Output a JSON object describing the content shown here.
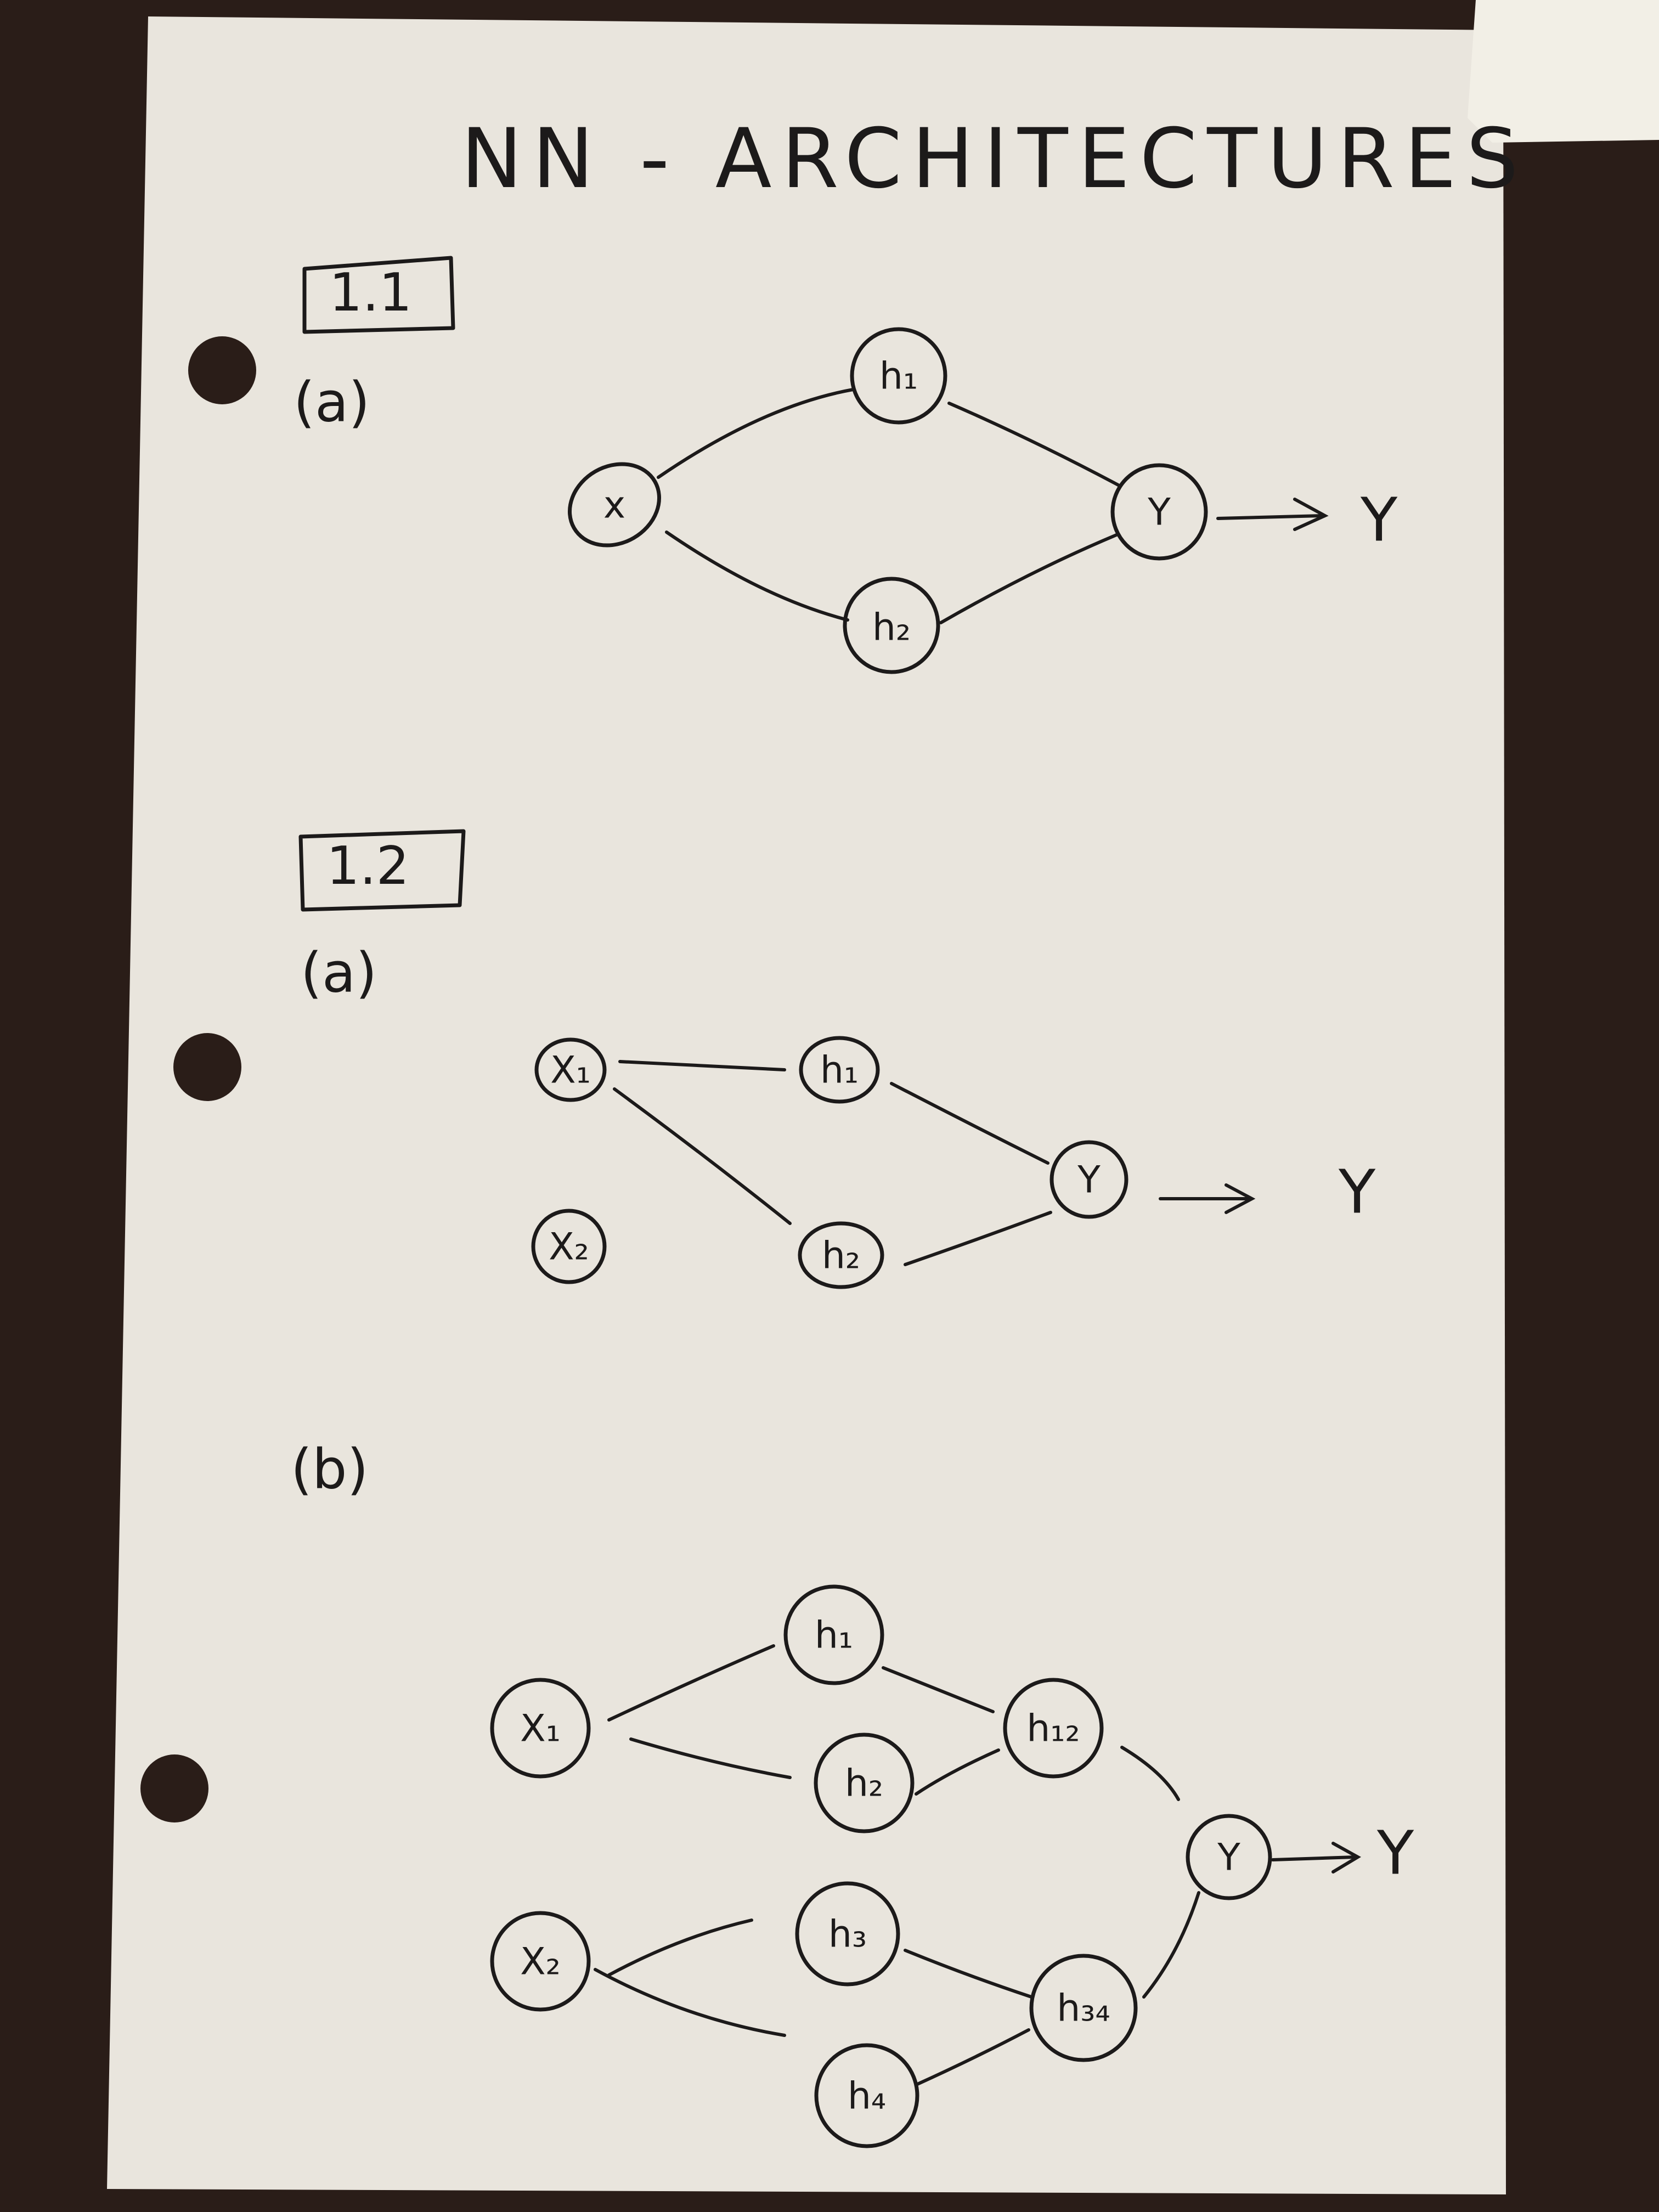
{
  "page": {
    "title": "NN - ARCHITECTURES",
    "colors": {
      "paper": "#e9e5dd",
      "ink": "#1c1a1a",
      "desk": "#2a1d18",
      "note": "#f2efe6"
    }
  },
  "sections": [
    {
      "label": "1.1",
      "parts": [
        {
          "label": "(a)",
          "nodes": [
            {
              "label": "x"
            },
            {
              "label": "h₁"
            },
            {
              "label": "h₂"
            },
            {
              "label": "Y"
            }
          ],
          "output": "Y"
        }
      ]
    },
    {
      "label": "1.2",
      "parts": [
        {
          "label": "(a)",
          "nodes": [
            {
              "label": "X₁"
            },
            {
              "label": "X₂"
            },
            {
              "label": "h₁"
            },
            {
              "label": "h₂"
            },
            {
              "label": "Y"
            }
          ],
          "output": "Y"
        },
        {
          "label": "(b)",
          "nodes": [
            {
              "label": "X₁"
            },
            {
              "label": "X₂"
            },
            {
              "label": "h₁"
            },
            {
              "label": "h₂"
            },
            {
              "label": "h₃"
            },
            {
              "label": "h₄"
            },
            {
              "label": "h₁₂"
            },
            {
              "label": "h₃₄"
            },
            {
              "label": "Y"
            }
          ],
          "output": "Y"
        }
      ]
    }
  ]
}
